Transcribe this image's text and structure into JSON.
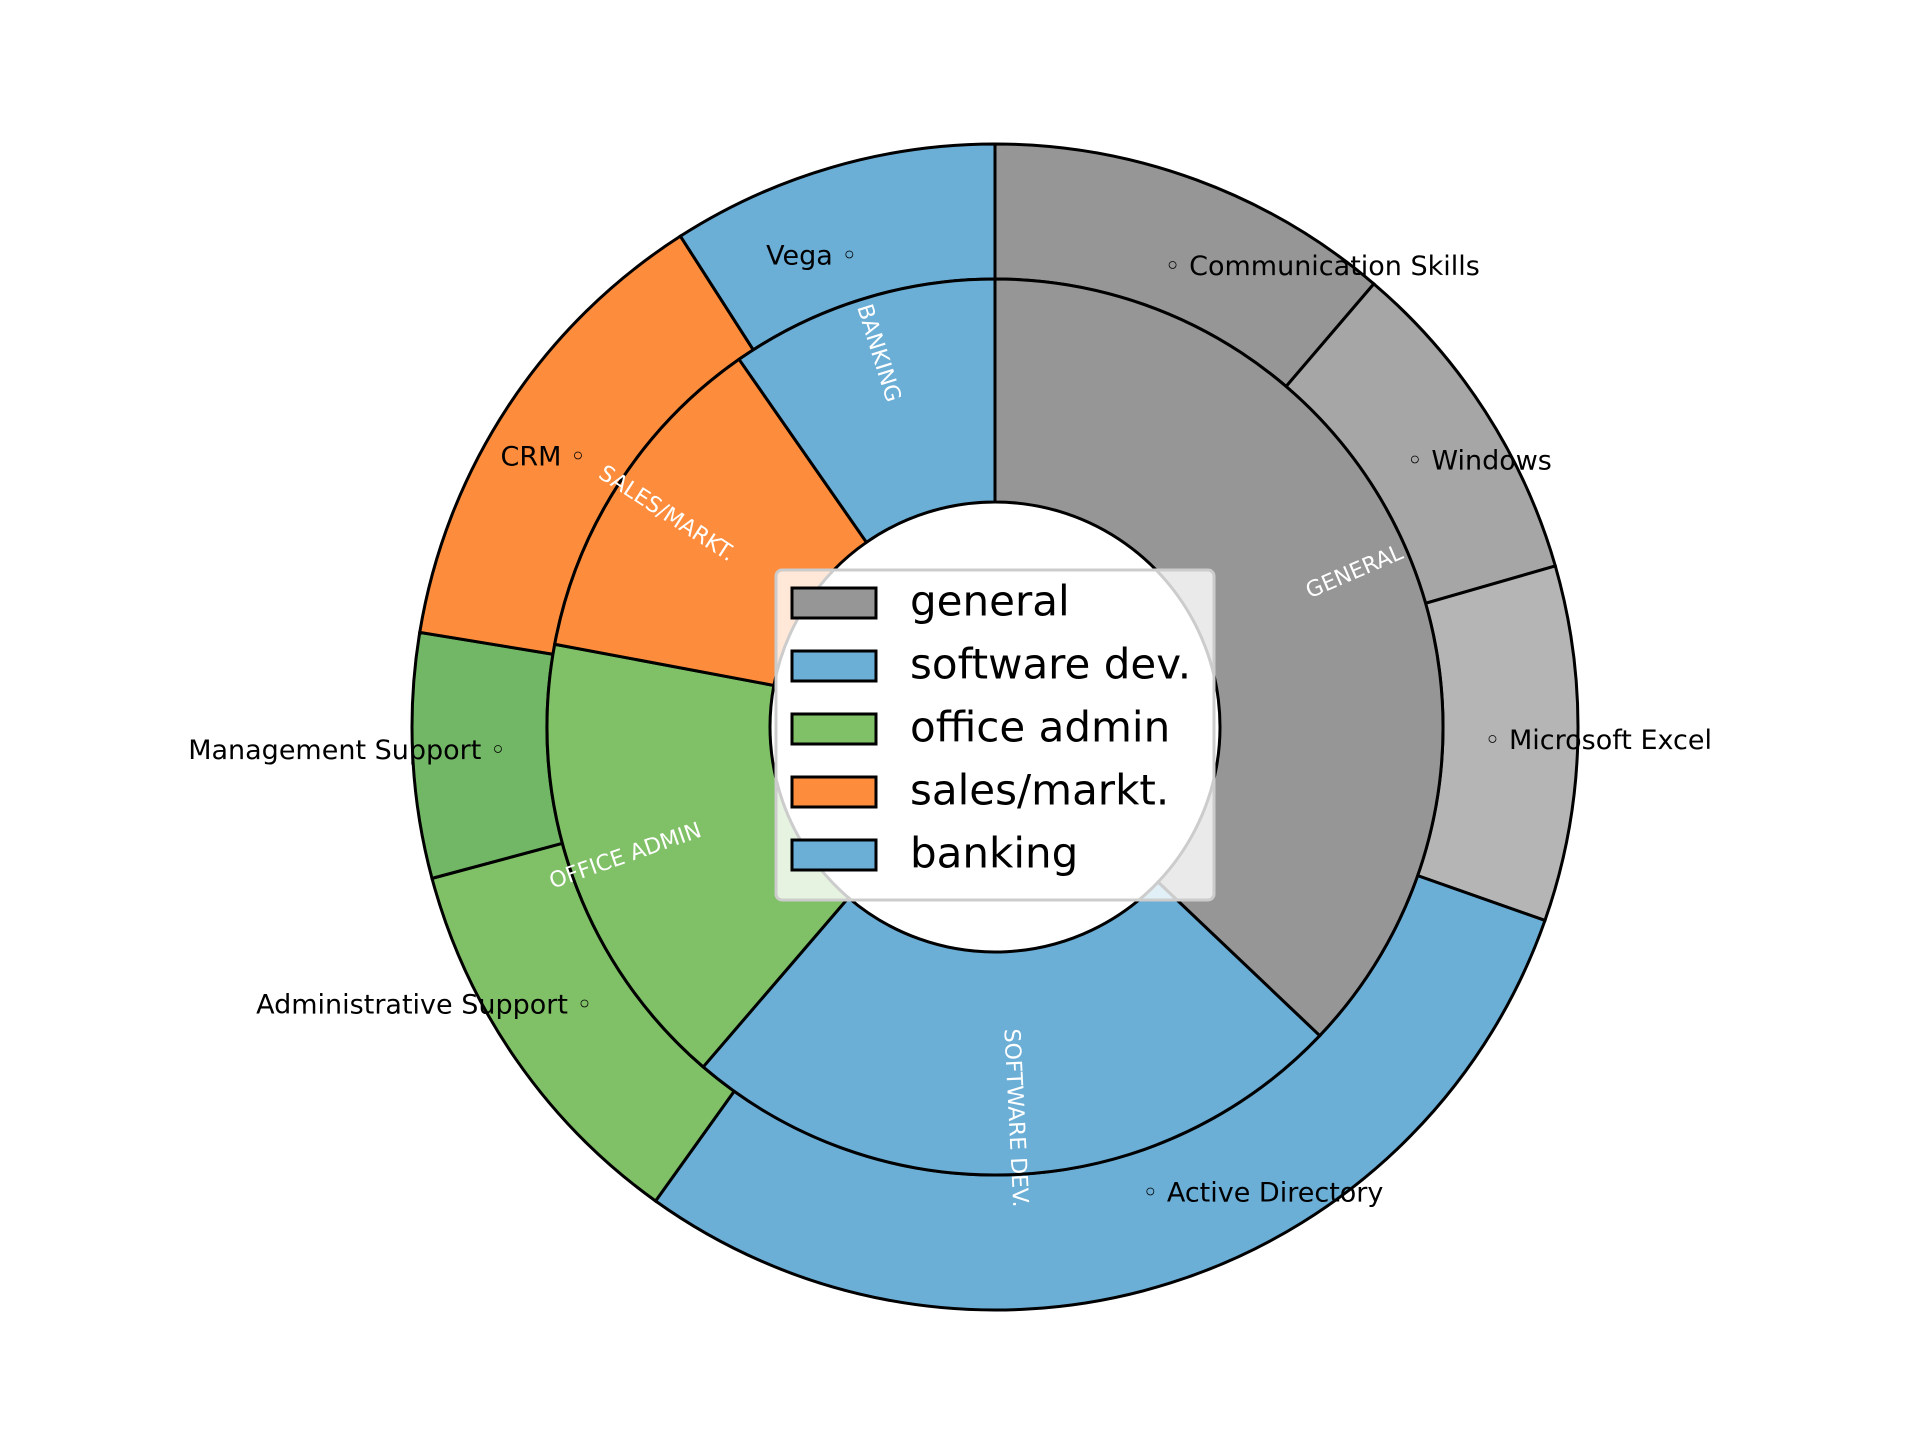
{
  "chart_data": {
    "type": "pie",
    "subtype": "nested-donut",
    "rotation": "clockwise from top",
    "inner_ring": [
      {
        "label": "GENERAL",
        "value": 34.5,
        "color": "#969696"
      },
      {
        "label": "SOFTWARE DEV.",
        "value": 22.5,
        "color": "#6baed6"
      },
      {
        "label": "OFFICE ADMIN",
        "value": 15.5,
        "color": "#80c067"
      },
      {
        "label": "SALES/MARKT.",
        "value": 11.5,
        "color": "#fd8d3c"
      },
      {
        "label": "BANKING",
        "value": 9.0,
        "color": "#6baed6"
      }
    ],
    "outer_ring": [
      {
        "label": "Communication Skills",
        "value": 10.3,
        "color": "#969696"
      },
      {
        "label": "Windows",
        "value": 8.5,
        "color": "#a6a6a6"
      },
      {
        "label": "Microsoft Excel",
        "value": 9.0,
        "color": "#b5b5b5"
      },
      {
        "label": "Active Directory",
        "value": 27.0,
        "color": "#6baed6"
      },
      {
        "label": "Administrative Support",
        "value": 10.0,
        "color": "#80c067"
      },
      {
        "label": "Management Support",
        "value": 6.2,
        "color": "#72b765"
      },
      {
        "label": "CRM",
        "value": 12.2,
        "color": "#fd8d3c"
      },
      {
        "label": "Vega",
        "value": 8.3,
        "color": "#6baed6"
      }
    ],
    "legend": {
      "placement": "center",
      "entries": [
        {
          "label": "general",
          "color": "#969696"
        },
        {
          "label": "software dev.",
          "color": "#6baed6"
        },
        {
          "label": "office admin",
          "color": "#80c067"
        },
        {
          "label": "sales/markt.",
          "color": "#fd8d3c"
        },
        {
          "label": "banking",
          "color": "#6baed6"
        }
      ]
    }
  }
}
